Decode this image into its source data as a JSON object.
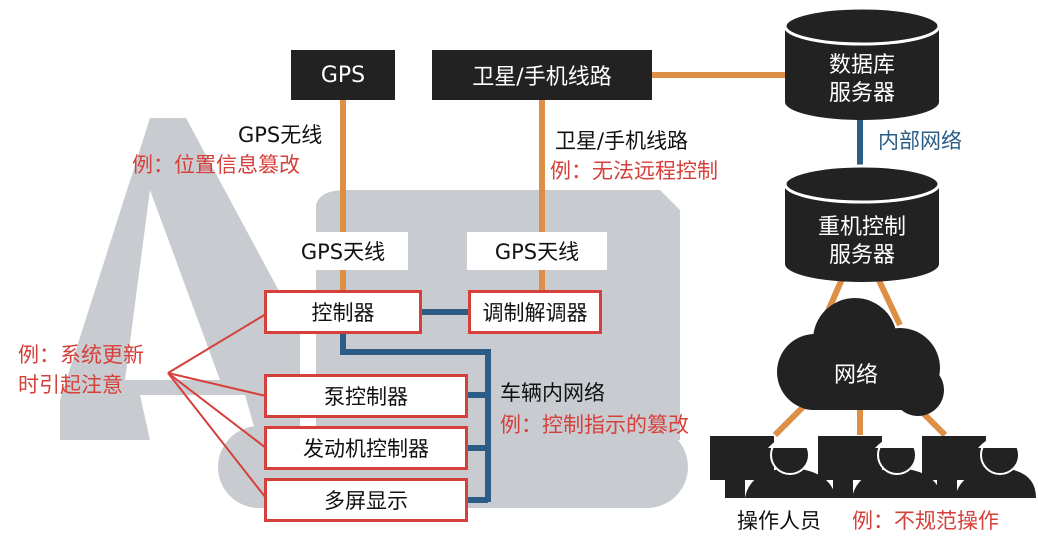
{
  "nodes": {
    "gps": "GPS",
    "satellite_line": "卫星/手机线路",
    "db_server_line1": "数据库",
    "db_server_line2": "服务器",
    "crane_server_line1": "重机控制",
    "crane_server_line2": "服务器",
    "network": "网络",
    "gps_antenna_1": "GPS天线",
    "gps_antenna_2": "GPS天线",
    "controller": "控制器",
    "modem": "调制解调器",
    "pump_controller": "泵控制器",
    "engine_controller": "发动机控制器",
    "multi_display": "多屏显示",
    "operators": "操作人员"
  },
  "labels": {
    "gps_wireless": "GPS无线",
    "gps_example": "例：位置信息篡改",
    "satellite_line": "卫星/手机线路",
    "satellite_example": "例：无法远程控制",
    "internal_network": "内部网络",
    "update_example_line1": "例：系统更新",
    "update_example_line2": "时引起注意",
    "vehicle_network": "车辆内网络",
    "vehicle_example": "例：控制指示的篡改",
    "operator_example": "例：不规范操作"
  },
  "colors": {
    "orange_line": "#dc8f45",
    "blue_line": "#2b5d86",
    "red_accent": "#d6403a",
    "dark_fill": "#222222",
    "excavator_gray": "#c8ccd1"
  }
}
